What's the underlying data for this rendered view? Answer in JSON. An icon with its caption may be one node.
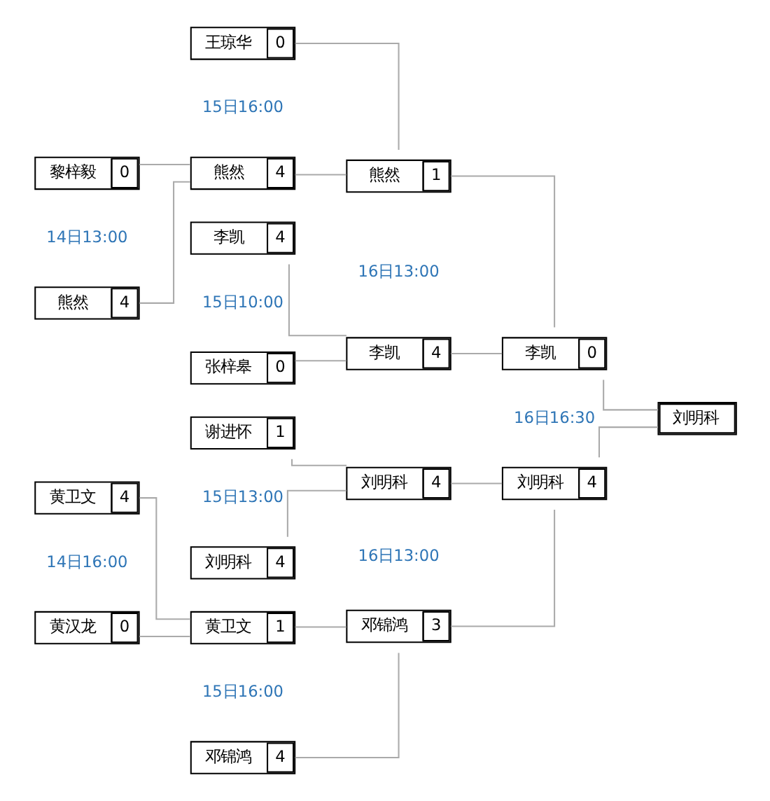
{
  "diagram": {
    "nodes": [
      {
        "text": [
          "黎梓毅",
          "0"
        ]
      },
      {
        "text": [
          "熊然",
          "4"
        ]
      },
      {
        "text": [
          "黄卫文",
          "4"
        ]
      },
      {
        "text": [
          "黄汉龙",
          "0"
        ]
      },
      {
        "text": [
          "王琼华",
          "0"
        ]
      },
      {
        "text": [
          "熊然",
          "4"
        ]
      },
      {
        "text": [
          "李凯",
          "4"
        ]
      },
      {
        "text": [
          "张梓皋",
          "0"
        ]
      },
      {
        "text": [
          "谢进怀",
          "1"
        ]
      },
      {
        "text": [
          "刘明科",
          "4"
        ]
      },
      {
        "text": [
          "黄卫文",
          "1"
        ]
      },
      {
        "text": [
          "邓锦鸿",
          "4"
        ]
      },
      {
        "text": [
          "熊然",
          "1"
        ]
      },
      {
        "text": [
          "李凯",
          "4"
        ]
      },
      {
        "text": [
          "刘明科",
          "4"
        ]
      },
      {
        "text": [
          "邓锦鸿",
          "3"
        ]
      },
      {
        "text": [
          "李凯",
          "0"
        ]
      },
      {
        "text": [
          "刘明科",
          "4"
        ]
      },
      {
        "text": [
          "刘明科"
        ]
      }
    ],
    "edges": [
      {
        "from": 0,
        "to": 5,
        "arrow": "none"
      },
      {
        "from": 1,
        "to": 5,
        "arrow": "none"
      },
      {
        "from": 2,
        "to": 10,
        "arrow": "none"
      },
      {
        "from": 3,
        "to": 10,
        "arrow": "none"
      },
      {
        "from": 4,
        "to": 12,
        "arrow": "none"
      },
      {
        "from": 5,
        "to": 12,
        "arrow": "none"
      },
      {
        "from": 6,
        "to": 13,
        "arrow": "none"
      },
      {
        "from": 7,
        "to": 13,
        "arrow": "none"
      },
      {
        "from": 8,
        "to": 14,
        "arrow": "none"
      },
      {
        "from": 9,
        "to": 14,
        "arrow": "none"
      },
      {
        "from": 10,
        "to": 15,
        "arrow": "none"
      },
      {
        "from": 11,
        "to": 15,
        "arrow": "none"
      },
      {
        "from": 12,
        "to": 16,
        "arrow": "none"
      },
      {
        "from": 13,
        "to": 16,
        "arrow": "none"
      },
      {
        "from": 14,
        "to": 17,
        "arrow": "none"
      },
      {
        "from": 15,
        "to": 17,
        "arrow": "none"
      },
      {
        "from": 16,
        "to": 18,
        "arrow": "none"
      },
      {
        "from": 17,
        "to": 18,
        "arrow": "none"
      }
    ],
    "labels": [
      "15日16:00",
      "14日13:00",
      "16日13:00",
      "15日10:00",
      "16日16:30",
      "15日13:00",
      "16日13:00",
      "14日16:00",
      "15日16:00"
    ]
  }
}
